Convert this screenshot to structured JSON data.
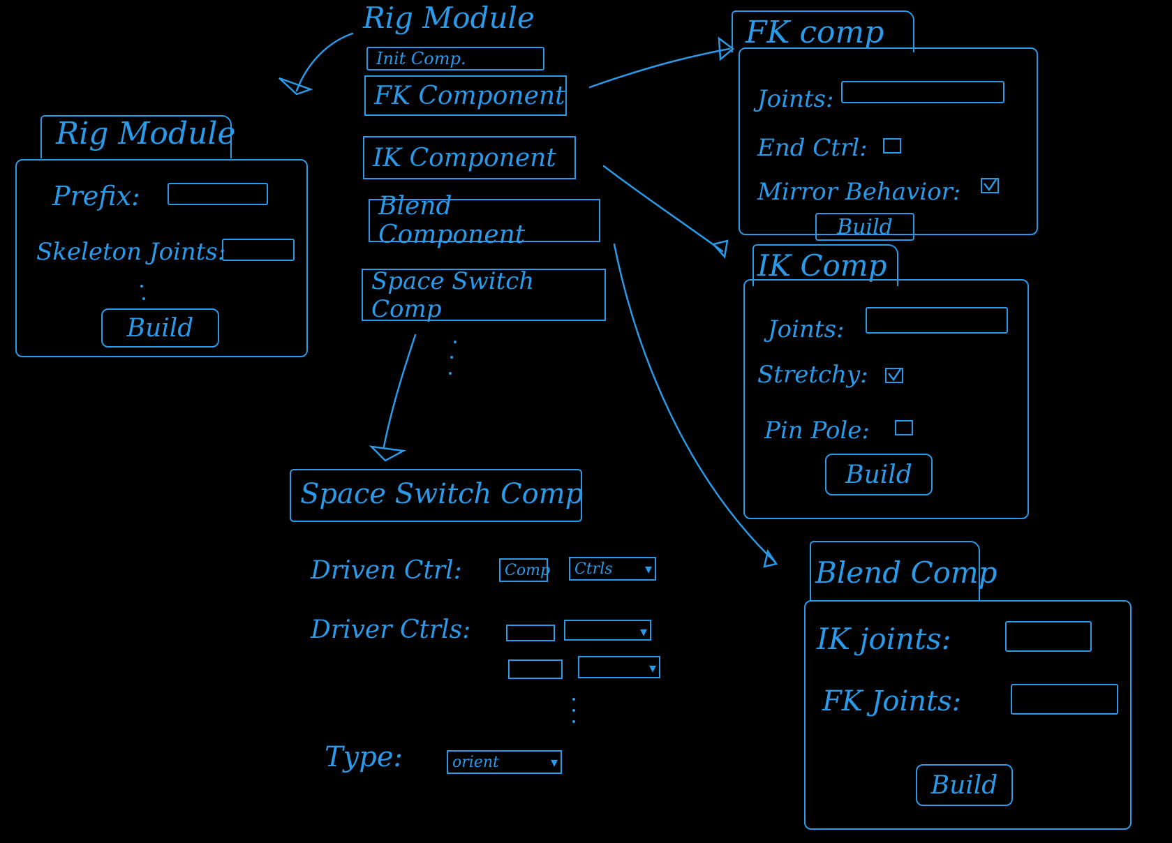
{
  "main_menu": {
    "title": "Rig Module",
    "init_label": "Init Comp.",
    "components": [
      {
        "label": "FK Component"
      },
      {
        "label": "IK Component"
      },
      {
        "label": "Blend Component"
      },
      {
        "label": "Space Switch Comp"
      }
    ]
  },
  "rig_module_panel": {
    "title": "Rig Module",
    "prefix_label": "Prefix:",
    "skeleton_joints_label": "Skeleton Joints:",
    "build_label": "Build"
  },
  "fk_panel": {
    "title": "FK comp",
    "joints_label": "Joints:",
    "end_ctrl_label": "End Ctrl:",
    "mirror_label": "Mirror Behavior:",
    "build_label": "Build"
  },
  "ik_panel": {
    "title": "IK Comp",
    "joints_label": "Joints:",
    "stretchy_label": "Stretchy:",
    "pin_pole_label": "Pin Pole:",
    "build_label": "Build"
  },
  "blend_panel": {
    "title": "Blend Comp",
    "ik_joints_label": "IK joints:",
    "fk_joints_label": "FK Joints:",
    "build_label": "Build"
  },
  "space_switch_panel": {
    "title": "Space Switch Comp",
    "driven_label": "Driven Ctrl:",
    "driven_comp": "Comp",
    "driven_ctrls": "Ctrls",
    "driver_label": "Driver Ctrls:",
    "type_label": "Type:",
    "type_value": "orient"
  },
  "colors": {
    "ink": "#2b9ae8",
    "background": "#000000"
  }
}
